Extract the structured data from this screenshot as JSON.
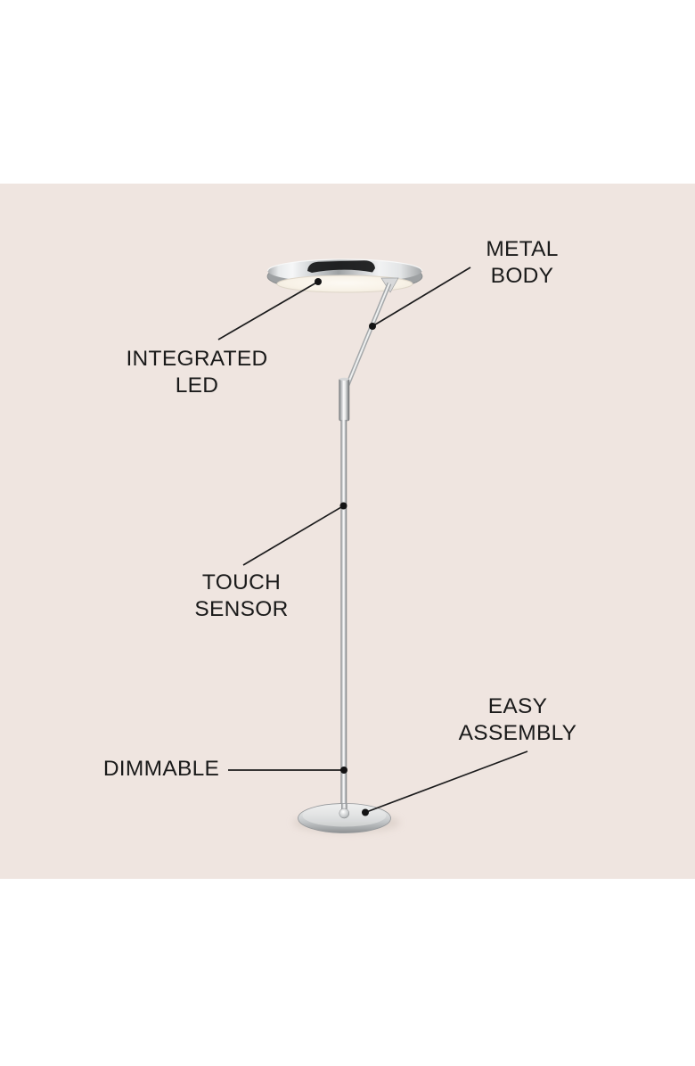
{
  "page": {
    "background_color": "#ffffff"
  },
  "diagram": {
    "product": "led-torchiere-floor-lamp",
    "image_background_color": "#efe5e0",
    "text_color": "#1a1a1a",
    "leader_line_color": "#1b1b1c",
    "chrome_highlight_color": "#f6f7f8",
    "chrome_shadow_color": "#7a7d7f",
    "diffuser_color": "#f9f4ec"
  },
  "callouts": {
    "metal_body": {
      "line1": "METAL",
      "line2": "BODY"
    },
    "integrated_led": {
      "line1": "INTEGRATED",
      "line2": "LED"
    },
    "touch_sensor": {
      "line1": "TOUCH",
      "line2": "SENSOR"
    },
    "dimmable": {
      "line1": "DIMMABLE"
    },
    "easy_assembly": {
      "line1": "EASY",
      "line2": "ASSEMBLY"
    }
  }
}
